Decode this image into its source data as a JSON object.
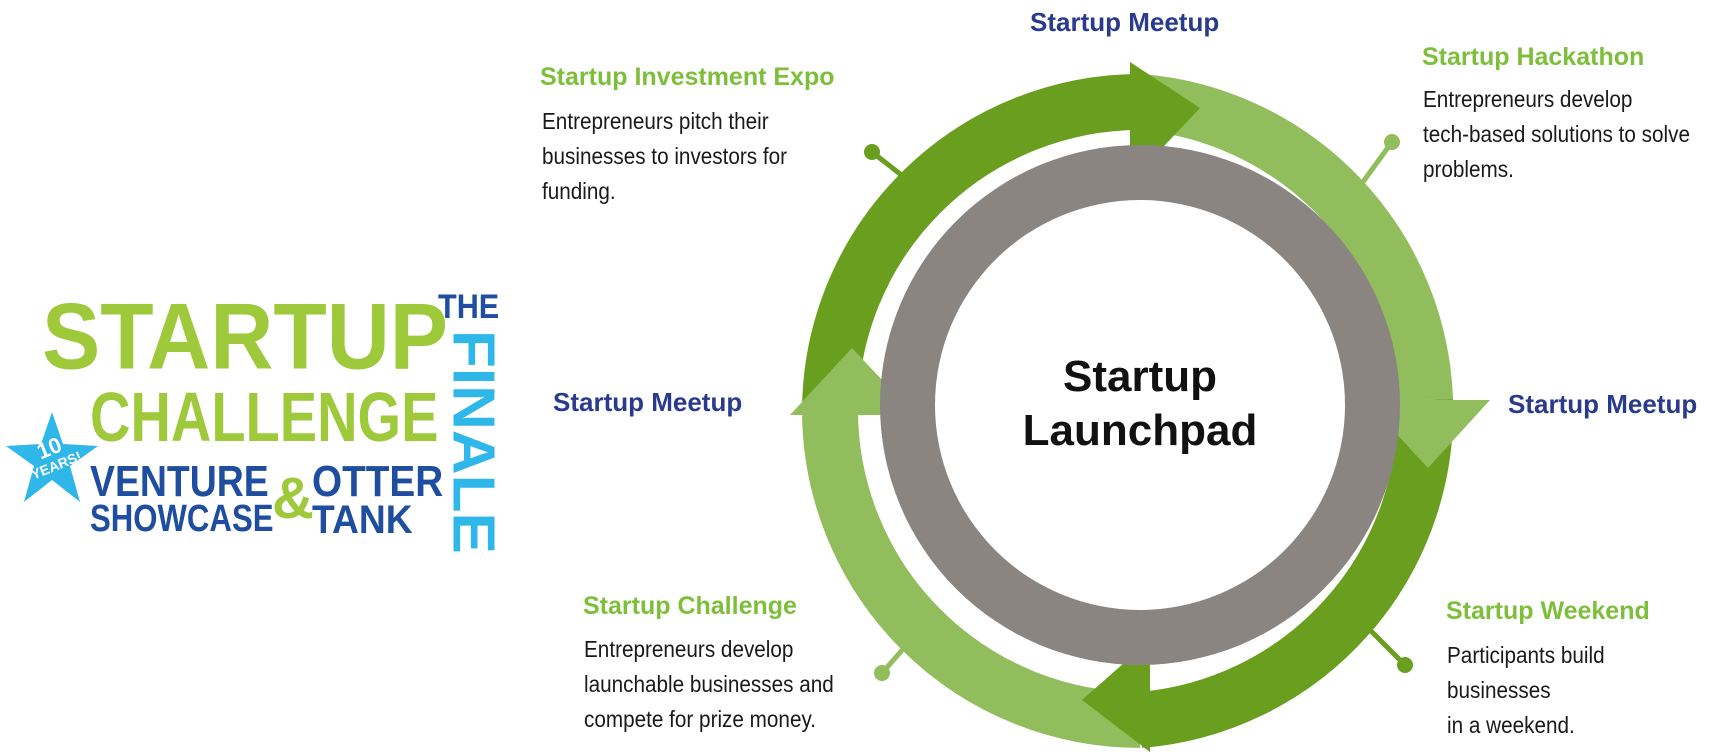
{
  "logo": {
    "startup": "STARTUP",
    "challenge": "CHALLENGE",
    "venture": "VENTURE",
    "showcase": "SHOWCASE",
    "ampersand": "&",
    "otter": "OTTER",
    "tank": "TANK",
    "the": "THE",
    "finale": "FINALE",
    "badge_number": "10",
    "badge_text": "YEARS!",
    "colors": {
      "green": "#9dc93b",
      "navy": "#1f4ea1",
      "light_blue": "#2fb7ea"
    }
  },
  "diagram": {
    "center": {
      "line1": "Startup",
      "line2": "Launchpad"
    },
    "meetups": {
      "top": "Startup Meetup",
      "left": "Startup Meetup",
      "right": "Startup Meetup"
    },
    "stages": {
      "investment_expo": {
        "title": "Startup Investment Expo",
        "description": "Entrepreneurs pitch their\nbusinesses to investors for\nfunding."
      },
      "hackathon": {
        "title": "Startup Hackathon",
        "description": "Entrepreneurs develop\ntech-based solutions to solve\nproblems."
      },
      "challenge": {
        "title": "Startup Challenge",
        "description": "Entrepreneurs develop\nlaunchable businesses and\ncompete for prize money."
      },
      "weekend": {
        "title": "Startup Weekend",
        "description": "Participants build businesses\nin a weekend."
      }
    },
    "colors": {
      "dark_green": "#6a9e1f",
      "light_green": "#92bd5d",
      "gray_ring": "#8a8580",
      "navy_label": "#2a3a8c",
      "green_label": "#7dbf3a"
    }
  }
}
